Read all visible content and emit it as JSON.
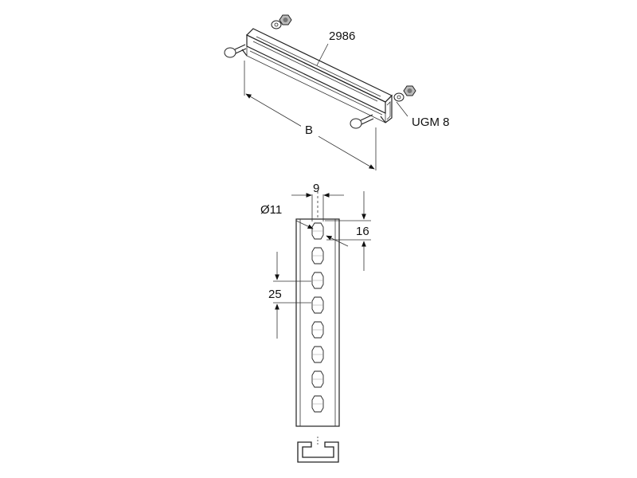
{
  "labels": {
    "part_number": "2986",
    "accessory": "UGM 8",
    "length": "B",
    "slot_width": "9",
    "hole_diameter": "Ø11",
    "slot_length": "16",
    "pitch": "25"
  },
  "slot_count": 8
}
